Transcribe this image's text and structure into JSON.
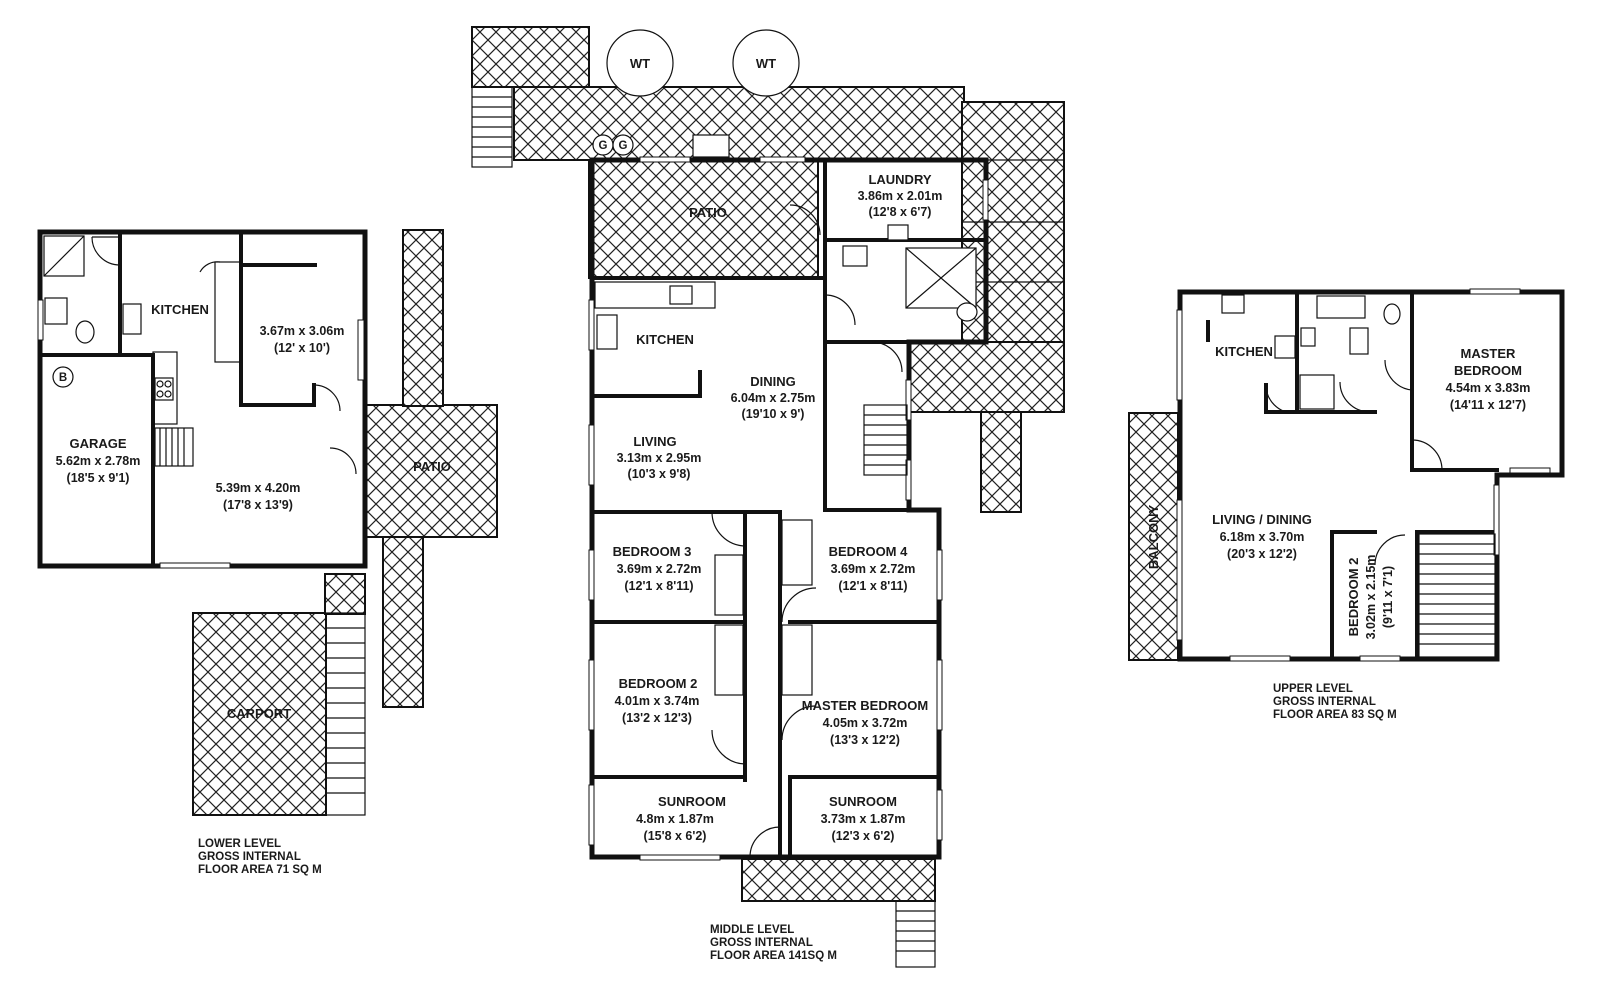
{
  "plan": {
    "lower_level": {
      "rooms": [
        {
          "name": "KITCHEN"
        },
        {
          "name": "",
          "dims_m": "3.67m x 3.06m",
          "dims_ft": "(12' x 10')"
        },
        {
          "name": "GARAGE",
          "dims_m": "5.62m x 2.78m",
          "dims_ft": "(18'5 x 9'1)"
        },
        {
          "name": "",
          "dims_m": "5.39m x 4.20m",
          "dims_ft": "(17'8 x 13'9)"
        },
        {
          "name": "PATIO"
        },
        {
          "name": "CARPORT"
        }
      ],
      "marker": "B",
      "area_note": [
        "LOWER LEVEL",
        "GROSS INTERNAL",
        "FLOOR AREA 71 SQ M"
      ]
    },
    "middle_level": {
      "tanks": [
        "WT",
        "WT"
      ],
      "gas": [
        "G",
        "G"
      ],
      "rooms": [
        {
          "name": "PATIO"
        },
        {
          "name": "LAUNDRY",
          "dims_m": "3.86m x 2.01m",
          "dims_ft": "(12'8 x 6'7)"
        },
        {
          "name": "KITCHEN"
        },
        {
          "name": "DINING",
          "dims_m": "6.04m x 2.75m",
          "dims_ft": "(19'10 x 9')"
        },
        {
          "name": "LIVING",
          "dims_m": "3.13m x 2.95m",
          "dims_ft": "(10'3 x 9'8)"
        },
        {
          "name": "BEDROOM 3",
          "dims_m": "3.69m x 2.72m",
          "dims_ft": "(12'1 x 8'11)"
        },
        {
          "name": "BEDROOM 4",
          "dims_m": "3.69m x 2.72m",
          "dims_ft": "(12'1 x 8'11)"
        },
        {
          "name": "BEDROOM 2",
          "dims_m": "4.01m x 3.74m",
          "dims_ft": "(13'2 x 12'3)"
        },
        {
          "name": "MASTER BEDROOM",
          "dims_m": "4.05m x 3.72m",
          "dims_ft": "(13'3 x 12'2)"
        },
        {
          "name": "SUNROOM",
          "dims_m": "4.8m x 1.87m",
          "dims_ft": "(15'8 x 6'2)"
        },
        {
          "name": "SUNROOM",
          "dims_m": "3.73m x 1.87m",
          "dims_ft": "(12'3 x 6'2)"
        }
      ],
      "area_note": [
        "MIDDLE LEVEL",
        "GROSS INTERNAL",
        "FLOOR AREA 141SQ M"
      ]
    },
    "upper_level": {
      "rooms": [
        {
          "name": "KITCHEN"
        },
        {
          "name": "MASTER BEDROOM",
          "name_lines": [
            "MASTER",
            "BEDROOM"
          ],
          "dims_m": "4.54m x 3.83m",
          "dims_ft": "(14'11 x 12'7)"
        },
        {
          "name": "BALCONY"
        },
        {
          "name": "LIVING / DINING",
          "dims_m": "6.18m x 3.70m",
          "dims_ft": "(20'3 x 12'2)"
        },
        {
          "name": "BEDROOM 2",
          "dims_m": "3.02m x 2.15m",
          "dims_ft": "(9'11 x 7'1)"
        }
      ],
      "area_note": [
        "UPPER LEVEL",
        "GROSS INTERNAL",
        "FLOOR AREA 83 SQ M"
      ]
    }
  }
}
